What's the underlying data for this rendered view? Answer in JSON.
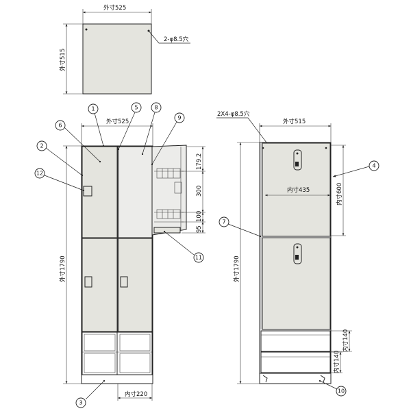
{
  "dimensions": {
    "top_width": "外寸525",
    "top_depth": "外寸515",
    "top_holes": "2-φ8.5穴",
    "front_width": "外寸525",
    "front_height": "外寸1790",
    "inner_width": "内寸220",
    "panel_h1": "179.2",
    "panel_h2": "300",
    "panel_h3": "100",
    "panel_h4": "95",
    "side_holes": "2X4-φ8.5穴",
    "side_depth": "外寸515",
    "side_height": "外寸1790",
    "side_inner_width": "内寸435",
    "side_inner_height": "内寸600",
    "side_inner_140_upper": "内寸140",
    "side_inner_140_lower": "内寸140"
  },
  "balloons": [
    "1",
    "2",
    "3",
    "4",
    "5",
    "6",
    "7",
    "8",
    "9",
    "10",
    "11",
    "12"
  ]
}
